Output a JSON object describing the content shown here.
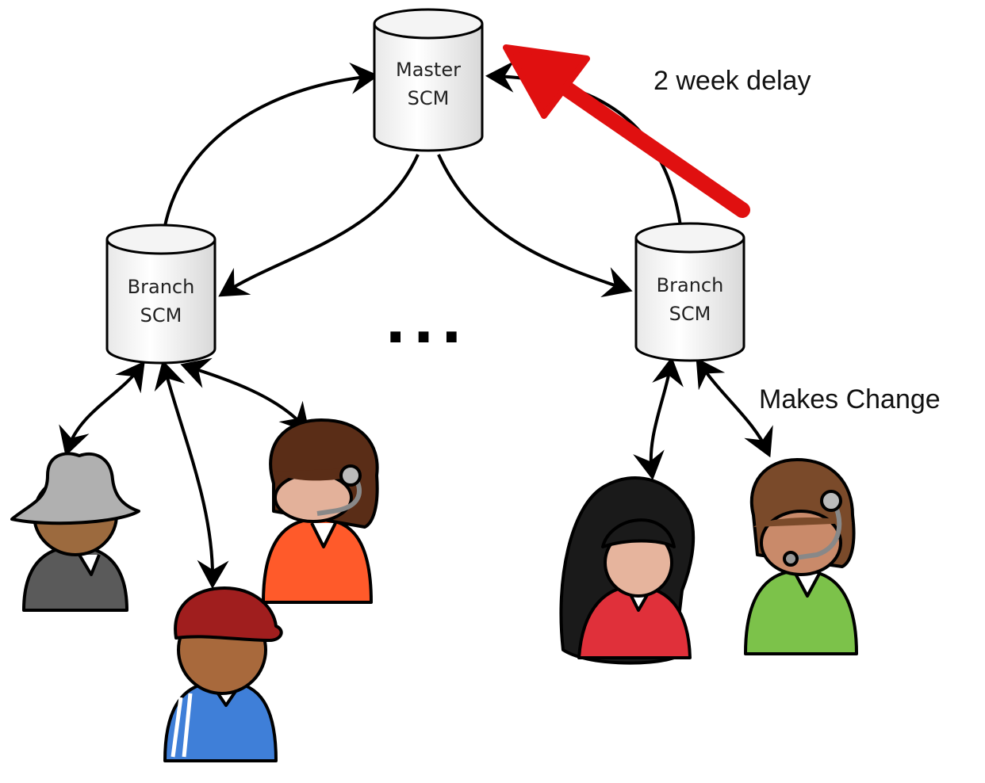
{
  "nodes": {
    "master": {
      "line1": "Master",
      "line2": "SCM"
    },
    "branch_left": {
      "line1": "Branch",
      "line2": "SCM"
    },
    "branch_right": {
      "line1": "Branch",
      "line2": "SCM"
    }
  },
  "annotations": {
    "delay": "2 week delay",
    "makes_change": "Makes Change",
    "ellipsis": "..."
  },
  "colors": {
    "highlight_arrow": "#e01010",
    "connector": "#000000"
  },
  "people": [
    {
      "icon": "user-gray-hat-icon",
      "shirt": "#5a5a5a"
    },
    {
      "icon": "user-red-cap-icon",
      "shirt": "#3f7fd8"
    },
    {
      "icon": "user-headset-icon",
      "shirt": "#ff5a2a"
    },
    {
      "icon": "user-long-hair-icon",
      "shirt": "#e0303a"
    },
    {
      "icon": "user-headset-icon",
      "shirt": "#7cc24a"
    }
  ]
}
